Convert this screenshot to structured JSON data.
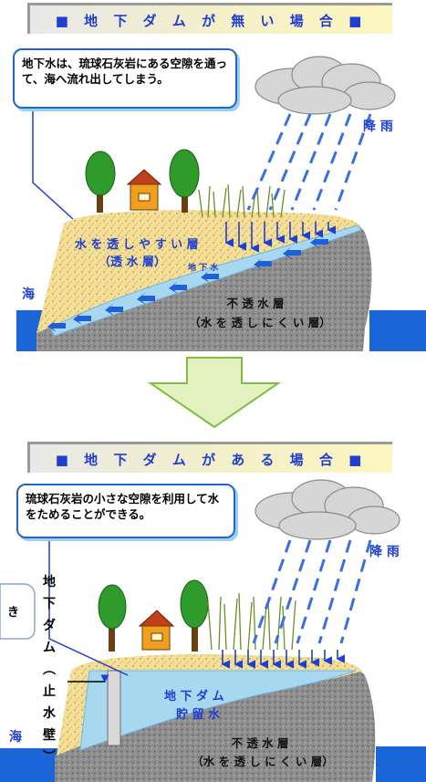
{
  "top": {
    "banner_title": "■ 地 下 ダ ム が 無 い 場 合 ■",
    "callout": "地下水は、琉球石灰岩にある空隙を通って、海へ流れ出してしまう。",
    "rain_label": "降 雨",
    "permeable_label_1": "水 を 透 し や す い 層",
    "permeable_label_2": "（透 水 層）",
    "groundwater_label": "地 下 水",
    "sea_label": "海",
    "impermeable_label_1": "不 透 水 層",
    "impermeable_label_2": "（水 を 透 し に く い 層）"
  },
  "bottom": {
    "banner_title": "■ 地 下 ダ ム が あ る 場 合 ■",
    "callout": "琉球石灰岩の小さな空隙を利用して水をためることができる。",
    "rain_label": "降 雨",
    "dam_vertical_chars": [
      "地",
      "下",
      "ダ",
      "ム",
      "︵",
      "止",
      "水",
      "壁",
      "︶"
    ],
    "side_bubble_char": "き",
    "reservoir_label_1": "地 下 ダ ム",
    "reservoir_label_2": "貯 留 水",
    "sea_label": "海",
    "impermeable_label_1": "不 透 水 層",
    "impermeable_label_2": "（水 を 透 し に く い 層）"
  },
  "colors": {
    "title_blue": "#1f3fd0",
    "sea_blue": "#1a66d9",
    "groundwater": "#a8d8f0",
    "rock": "#8c8c8c",
    "limestone": "#f3df9a",
    "arrow_outline": "#7fbf3f",
    "arrow_fill": "#e3f2c0"
  },
  "icons": [
    "cloud-icon",
    "house-icon",
    "tree-icon",
    "grass-icon",
    "rain-icon",
    "down-arrow-icon"
  ]
}
